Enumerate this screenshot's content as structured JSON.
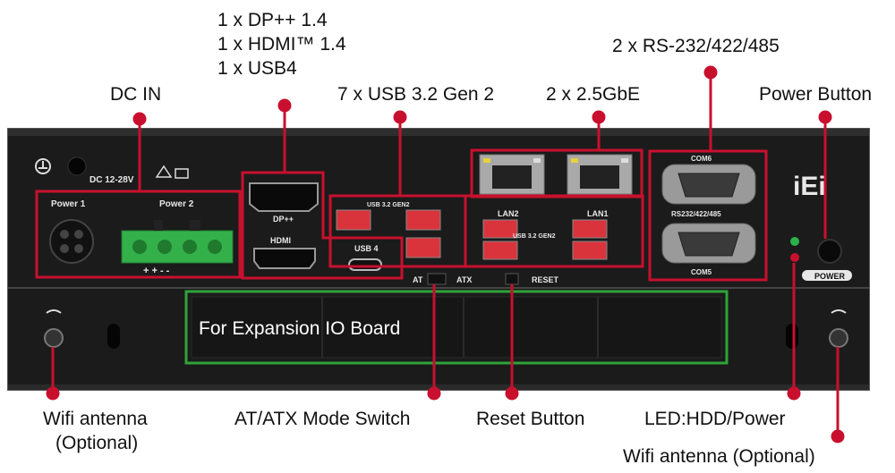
{
  "callouts": {
    "dp": "1 x DP++ 1.4",
    "hdmi": "1 x HDMI™ 1.4",
    "usb4": "1 x USB4",
    "rs232": "2 x RS-232/422/485",
    "dc_in": "DC IN",
    "usb32": "7 x USB 3.2 Gen 2",
    "gbe": "2 x 2.5GbE",
    "power_button": "Power Button",
    "expansion": "For Expansion IO Board",
    "wifi_left": "Wifi antenna",
    "wifi_left_opt": "(Optional)",
    "at_atx": "AT/ATX Mode Switch",
    "reset": "Reset Button",
    "led": "LED:HDD/Power",
    "wifi_right": "Wifi antenna (Optional)"
  },
  "panel": {
    "dc_rating": "DC 12-28V",
    "power1": "Power 1",
    "power2": "Power 2",
    "terminal_signs": "+  +  -  -",
    "dp_label": "DP++",
    "hdmi_label": "HDMI",
    "usb4_label": "USB 4",
    "usb_gen2_top": "USB 3.2 GEN2",
    "usb_gen2_mid": "USB 3.2 GEN2",
    "lan2": "LAN2",
    "lan1": "LAN1",
    "com6": "COM6",
    "com5": "COM5",
    "rs_label": "RS232/422/485",
    "brand": "iEi",
    "power_label": "POWER",
    "at_label": "AT",
    "atx_label": "ATX",
    "reset_label": "RESET"
  },
  "colors": {
    "callout_red": "#c8102e",
    "expansion_green": "#2fa33a",
    "chassis": "#1b1b1b",
    "terminal_green": "#34b04a",
    "usb_red": "#d9343c"
  }
}
